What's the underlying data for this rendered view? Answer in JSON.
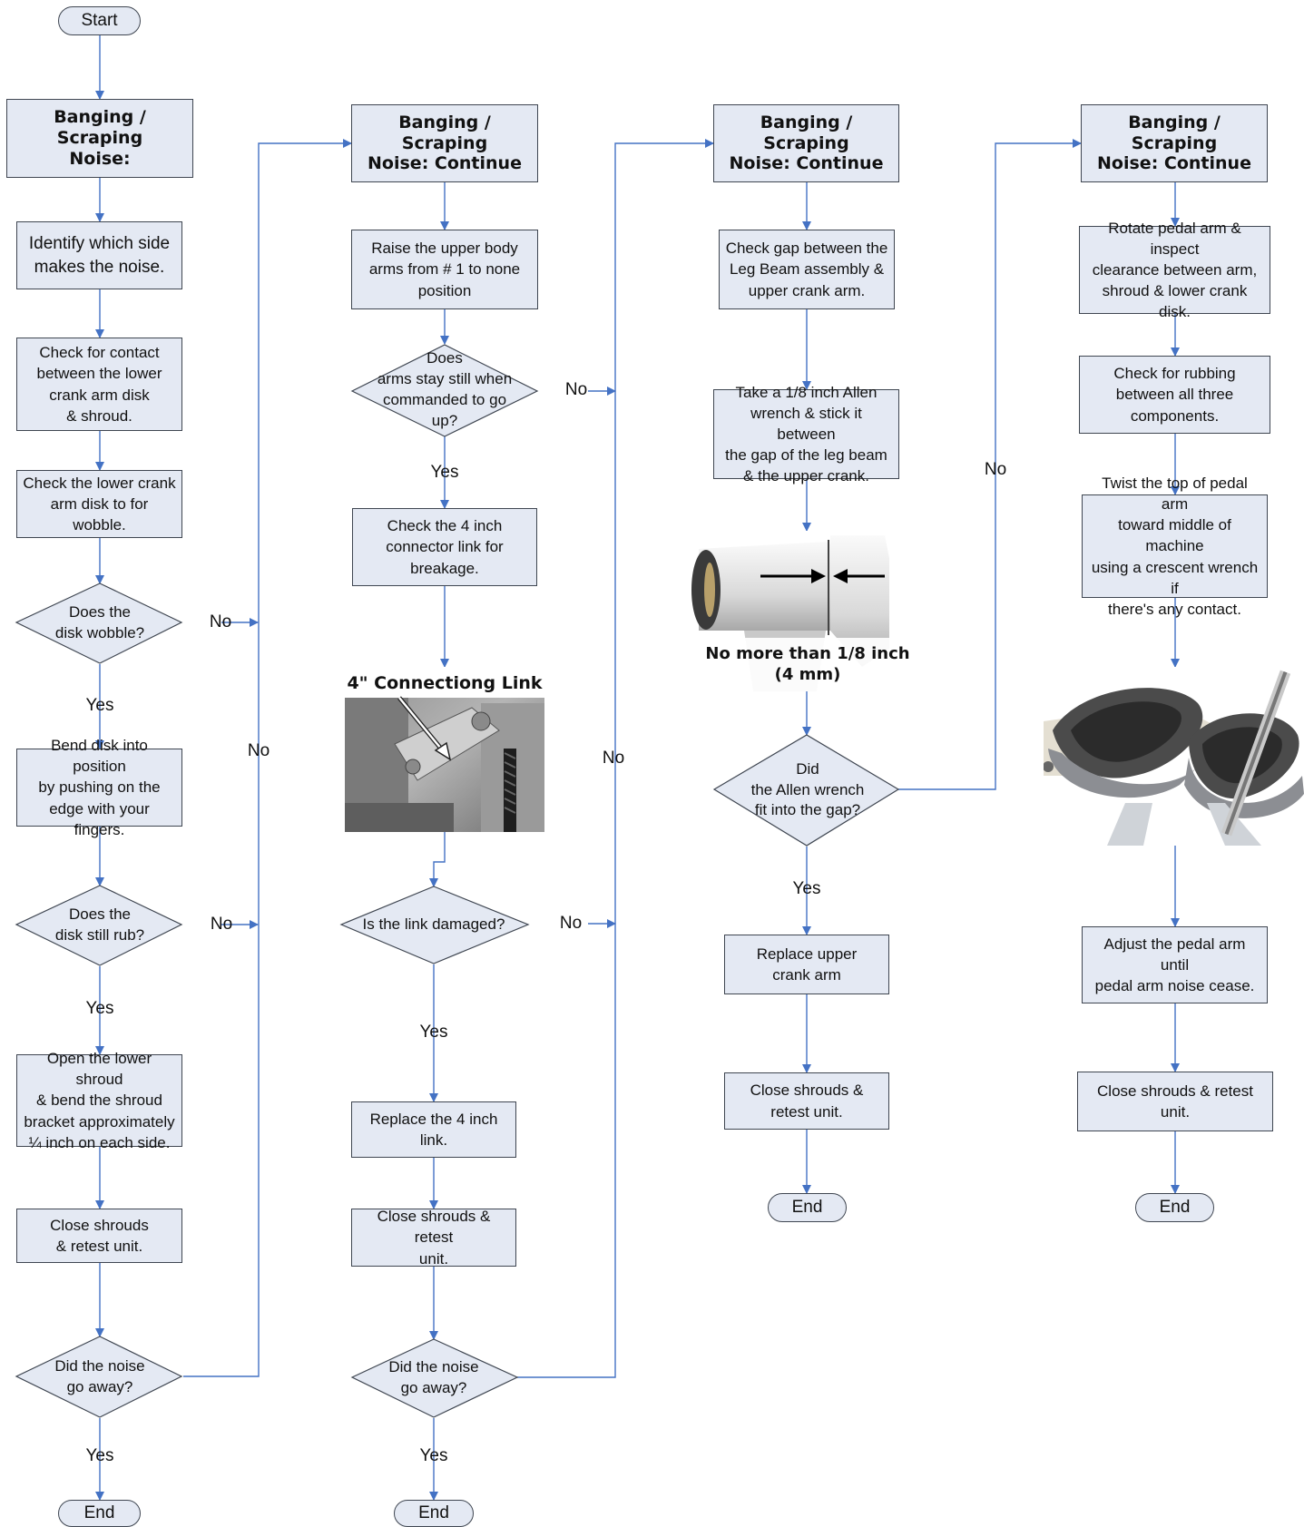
{
  "colors": {
    "box_fill": "#e4e9f3",
    "box_border": "#3f4651",
    "connector": "#4472c4"
  },
  "col1": {
    "start": "Start",
    "header": "Banging / Scraping\nNoise:",
    "identify": "Identify which side\nmakes the noise.",
    "check_contact": "Check for contact\nbetween the lower\ncrank arm disk\n& shroud.",
    "check_wobble": "Check the lower crank\narm disk to for wobble.",
    "q_wobble": "Does the\ndisk  wobble?",
    "bend_disk": "Bend disk into position\nby pushing on the\nedge with your fingers.",
    "q_rub": "Does the\ndisk still rub?",
    "open_shroud": "Open the lower shroud\n& bend the shroud\nbracket approximately\n¼ inch on each side.",
    "close": "Close shrouds\n& retest unit.",
    "q_noise": "Did the noise\ngo away?",
    "end": "End"
  },
  "col2": {
    "header": "Banging / Scraping\nNoise: Continue",
    "raise": "Raise the upper body\narms from # 1 to none\nposition",
    "q_arms": "Does\narms stay still when\ncommanded to go\nup?",
    "check_link": "Check the 4 inch\nconnector link for\nbreakage.",
    "photo_caption": "4\" Connectiong Link",
    "q_link": "Is the link damaged?",
    "replace_link": "Replace the 4 inch link.",
    "close": "Close shrouds & retest\nunit.",
    "q_noise": "Did the noise\ngo away?",
    "end": "End"
  },
  "col3": {
    "header": "Banging / Scraping\nNoise: Continue",
    "check_gap": "Check gap between the\nLeg Beam assembly &\nupper crank arm.",
    "allen": "Take a 1/8 inch Allen\nwrench & stick it between\nthe gap of the leg beam\n& the upper crank.",
    "photo_caption": "No more than 1/8 inch\n(4 mm)",
    "q_fit": "Did\nthe Allen wrench\nfit into the gap?",
    "replace_crank": "Replace upper\ncrank arm",
    "close": "Close shrouds &\nretest unit.",
    "end": "End"
  },
  "col4": {
    "header": "Banging / Scraping\nNoise: Continue",
    "rotate": "Rotate pedal arm & inspect\nclearance between arm,\nshroud & lower crank disk.",
    "check_rub": "Check for rubbing\nbetween all three\ncomponents.",
    "twist": "Twist the top of pedal arm\ntoward middle of machine\nusing a crescent wrench if\nthere's any contact.",
    "adjust": "Adjust the pedal arm until\npedal arm noise cease.",
    "close": "Close shrouds & retest unit.",
    "end": "End"
  },
  "labels": {
    "yes": "Yes",
    "no": "No"
  }
}
